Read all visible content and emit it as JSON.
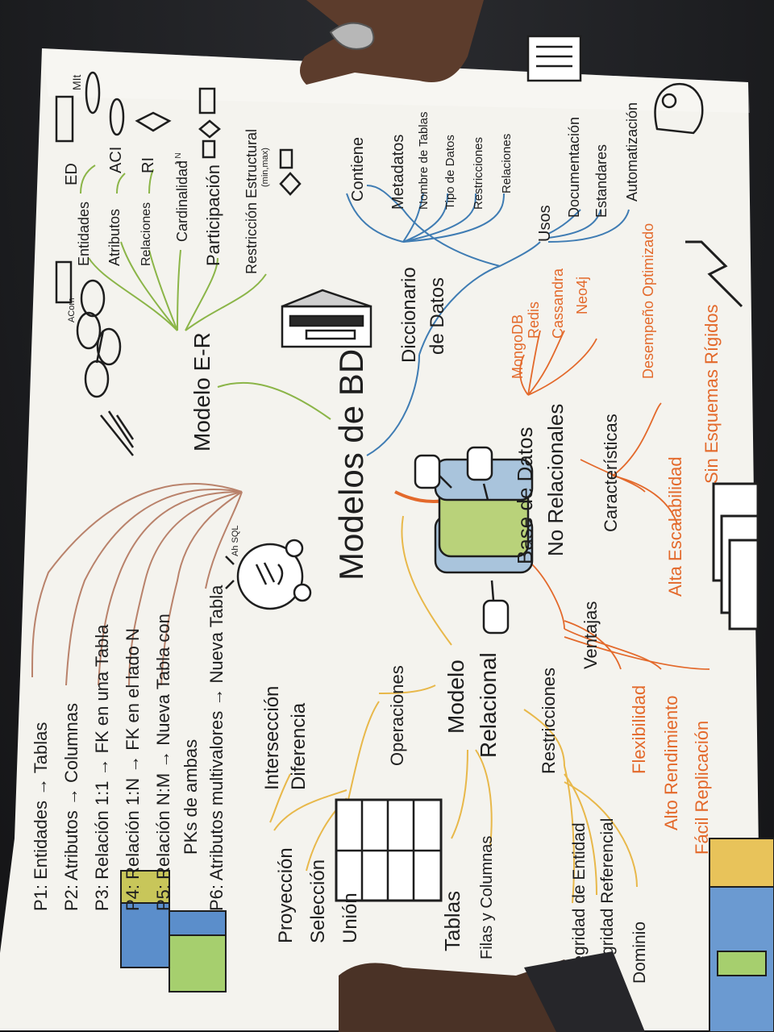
{
  "poster": {
    "center_title": "Modelos de BD",
    "rules": {
      "items": [
        "P1: Entidades → Tablas",
        "P2: Atributos → Columnas",
        "P3: Relación 1:1 → FK en una Tabla",
        "P4: Relación 1:N → FK en el lado N",
        "P5: Relación N:M → Nueva Tabla con",
        "PKs de ambas",
        "P6: Atributos multivalores → Nueva Tabla"
      ]
    },
    "operations": [
      "Proyección",
      "Selección",
      "Unión",
      "Intersección",
      "Diferencia"
    ],
    "relational": {
      "title_line1": "Modelo",
      "title_line2": "Relacional",
      "operaciones": "Operaciones",
      "tablas": "Tablas",
      "filas": "Filas y Columnas",
      "restricciones": "Restricciones",
      "restr_items": [
        "Integridad de Entidad",
        "Integridad Referencial",
        "Dominio"
      ],
      "ventajas": "Ventajas",
      "ventaja_items": [
        "Flexibilidad",
        "Alto Rendimiento",
        "Fácil Replicación"
      ]
    },
    "sql_note": "Ah SQL",
    "nosql": {
      "title_line1": "Base de Datos",
      "title_line2": "No Relacionales",
      "engines": [
        "MongoDB",
        "Redis",
        "Cassandra",
        "Neo4j"
      ],
      "caracteristicas": "Características",
      "carac_items": [
        "Alta Escalabilidad",
        "Sin Esquemas Rígidos",
        "Desempeño Optimizado"
      ]
    },
    "er": {
      "title": "Modelo E-R",
      "items": [
        "Entidades",
        "Atributos",
        "Relaciones",
        "Cardinalidad",
        "Participación",
        "Restricción Estructural"
      ],
      "er_symbols": [
        "ED",
        "ACI",
        "RI",
        "MIt"
      ],
      "card_sub": "1 N",
      "minmax": "(min,max)",
      "acm_label": "ACom"
    },
    "dictionary": {
      "title_line1": "Diccionario",
      "title_line2": "de Datos",
      "contiene": "Contiene",
      "metadatos": "Metadatos",
      "contiene_items": [
        "Nombre de Tablas",
        "Tipo de Datos",
        "Restricciones",
        "Relaciones"
      ],
      "usos": "Usos",
      "usos_items": [
        "Documentación",
        "Estandares",
        "Automatización"
      ]
    }
  },
  "colors": {
    "paper": "#f4f3ee",
    "ink": "#1e1e1e",
    "brown": "#a8705a",
    "yellow": "#e8b84a",
    "orange": "#e3692b",
    "green": "#8bb548",
    "blue": "#3f7cb3"
  }
}
